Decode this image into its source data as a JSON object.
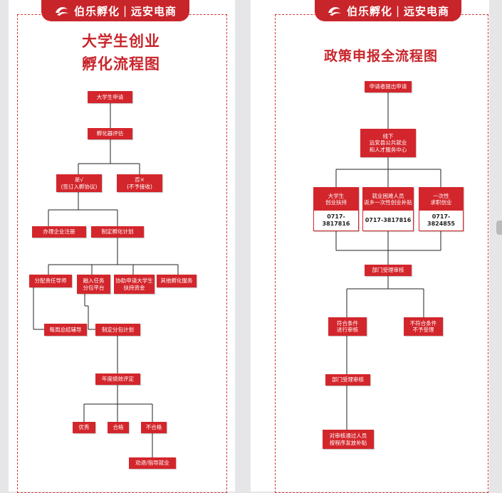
{
  "left": {
    "brand": {
      "name": "伯乐孵化",
      "sub": "远安电商"
    },
    "title_line1": "大学生创业",
    "title_line2": "孵化流程图",
    "nodes": {
      "apply": "大学生申请",
      "evaluate": "孵化器评估",
      "pass_line1": "是√",
      "pass_line2": "(签订入孵协议)",
      "reject_line1": "否×",
      "reject_line2": "(不予接收)",
      "register": "办理企业注册",
      "plan": "制定孵化计划",
      "mentor": "分配责任导师",
      "platform_line1": "融入任务",
      "platform_line2": "分包平台",
      "fund_line1": "协助申请大学生",
      "fund_line2": "扶持资金",
      "other": "其他孵化服务",
      "weekly": "每周总结辅导",
      "subcontract": "制定分包计划",
      "annual": "年度绩效评定",
      "excellent": "优秀",
      "qualified": "合格",
      "unqualified": "不合格",
      "exit": "劝退/指导就业"
    }
  },
  "right": {
    "brand": {
      "name": "伯乐孵化",
      "sub": "远安电商"
    },
    "title": "政策申报全流程图",
    "nodes": {
      "submit": "申请者提出申请",
      "offline_line1": "线下",
      "offline_line2": "远安县公共就业",
      "offline_line3": "和人才服务中心",
      "grad_line1": "大学生",
      "grad_line2": "创业扶持",
      "grad_phone": "0717-3817816",
      "poor_line1": "就业困难人员",
      "poor_line2": "返乡一次性创业补贴",
      "poor_phone": "0717-3817816",
      "once_line1": "一次性",
      "once_line2": "求职创业",
      "once_phone": "0717-3824855",
      "dept_accept": "部门受理审核",
      "meets_line1": "符合条件",
      "meets_line2": "进行审核",
      "notmeet_line1": "不符合条件",
      "notmeet_line2": "不予受理",
      "dept_review": "部门受理审核",
      "final_line1": "对审核通过人员",
      "final_line2": "按程序发放补贴"
    }
  }
}
